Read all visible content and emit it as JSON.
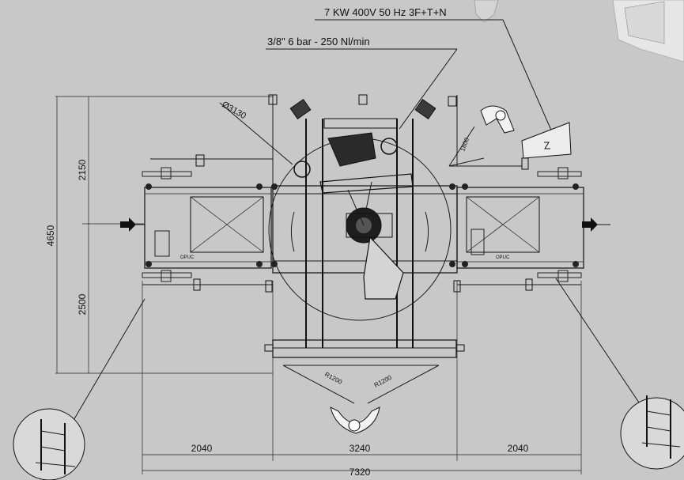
{
  "labels": {
    "power": "7 KW 400V 50 Hz 3F+T+N",
    "air": "3/8\" 6 bar - 250 Nl/min",
    "diameter": "Ø3130",
    "operator_reach": "1800",
    "radius_left": "R1200",
    "radius_right": "R1200",
    "conveyor_left": "OPUC",
    "conveyor_right": "OPUC"
  },
  "dimensions": {
    "height_total": "4650",
    "height_upper": "2150",
    "height_lower": "2500",
    "width_left": "2040",
    "width_center": "3240",
    "width_right": "2040",
    "width_total": "7320"
  },
  "icons": {
    "flow_in": "arrow-right-icon",
    "flow_out": "arrow-right-icon",
    "electric_cabinet": "lightning-icon"
  }
}
